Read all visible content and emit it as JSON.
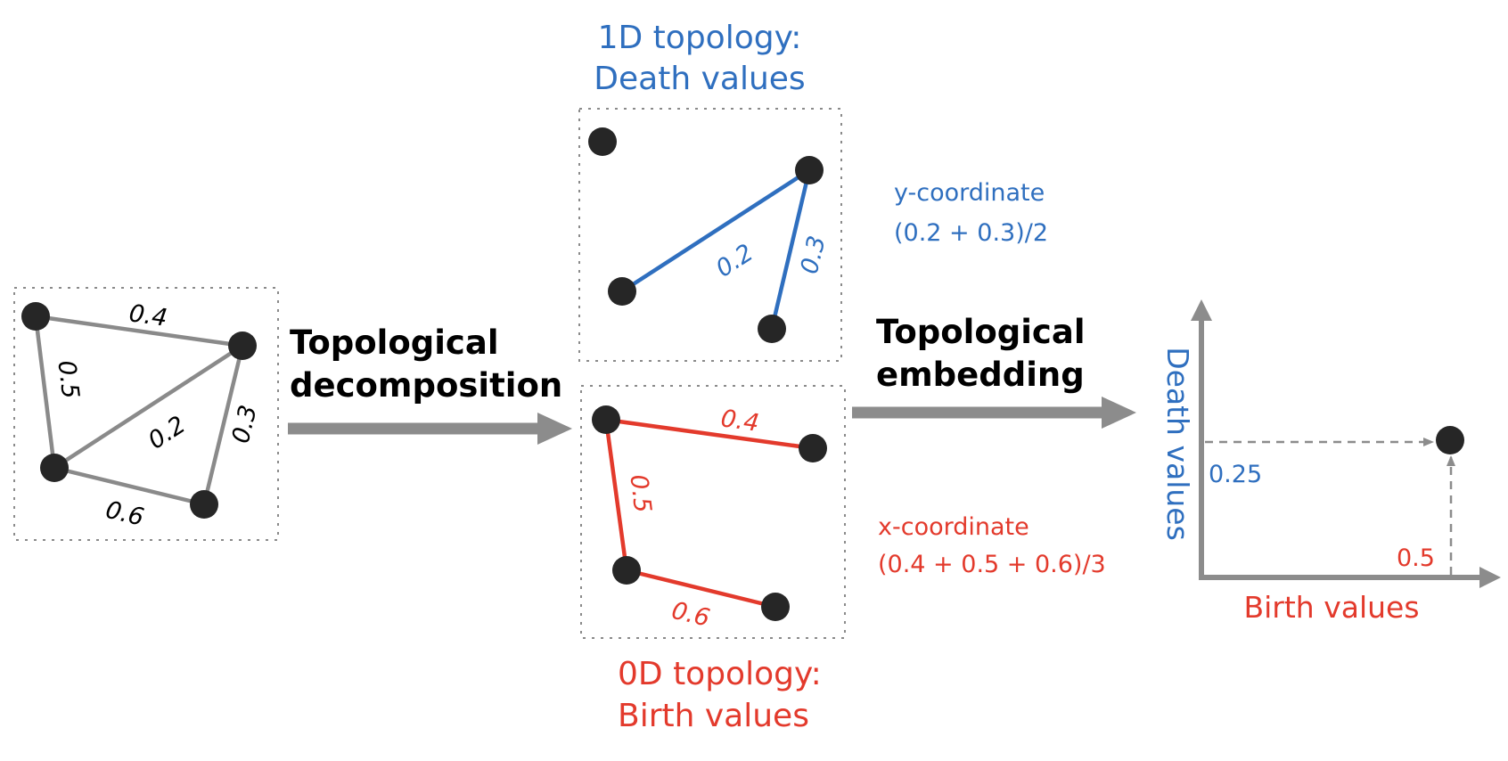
{
  "colors": {
    "input_edge": "#8a8a8a",
    "one_d": "#2f6fbf",
    "zero_d": "#e33a2c",
    "node": "#262626",
    "arrow": "#8c8c8c",
    "box_border": "#8a8a8a"
  },
  "input_graph": {
    "edges": [
      {
        "label": "0.4"
      },
      {
        "label": "0.5"
      },
      {
        "label": "0.2"
      },
      {
        "label": "0.3"
      },
      {
        "label": "0.6"
      }
    ]
  },
  "decomposition_arrow": {
    "label_line1": "Topological",
    "label_line2": "decomposition"
  },
  "one_d_topology": {
    "title_line1": "1D topology:",
    "title_line2": "Death values",
    "edges": [
      {
        "label": "0.2"
      },
      {
        "label": "0.3"
      }
    ],
    "note_line1": "y-coordinate",
    "note_line2": "(0.2 + 0.3)/2"
  },
  "zero_d_topology": {
    "title_line1": "0D topology:",
    "title_line2": "Birth values",
    "edges": [
      {
        "label": "0.4"
      },
      {
        "label": "0.5"
      },
      {
        "label": "0.6"
      }
    ],
    "note_line1": "x-coordinate",
    "note_line2": "(0.4 + 0.5 + 0.6)/3"
  },
  "embedding_arrow": {
    "label_line1": "Topological",
    "label_line2": "embedding"
  },
  "embedding_plot": {
    "y_axis_label": "Death values",
    "x_axis_label": "Birth values",
    "y_value_label": "0.25",
    "x_value_label": "0.5"
  }
}
